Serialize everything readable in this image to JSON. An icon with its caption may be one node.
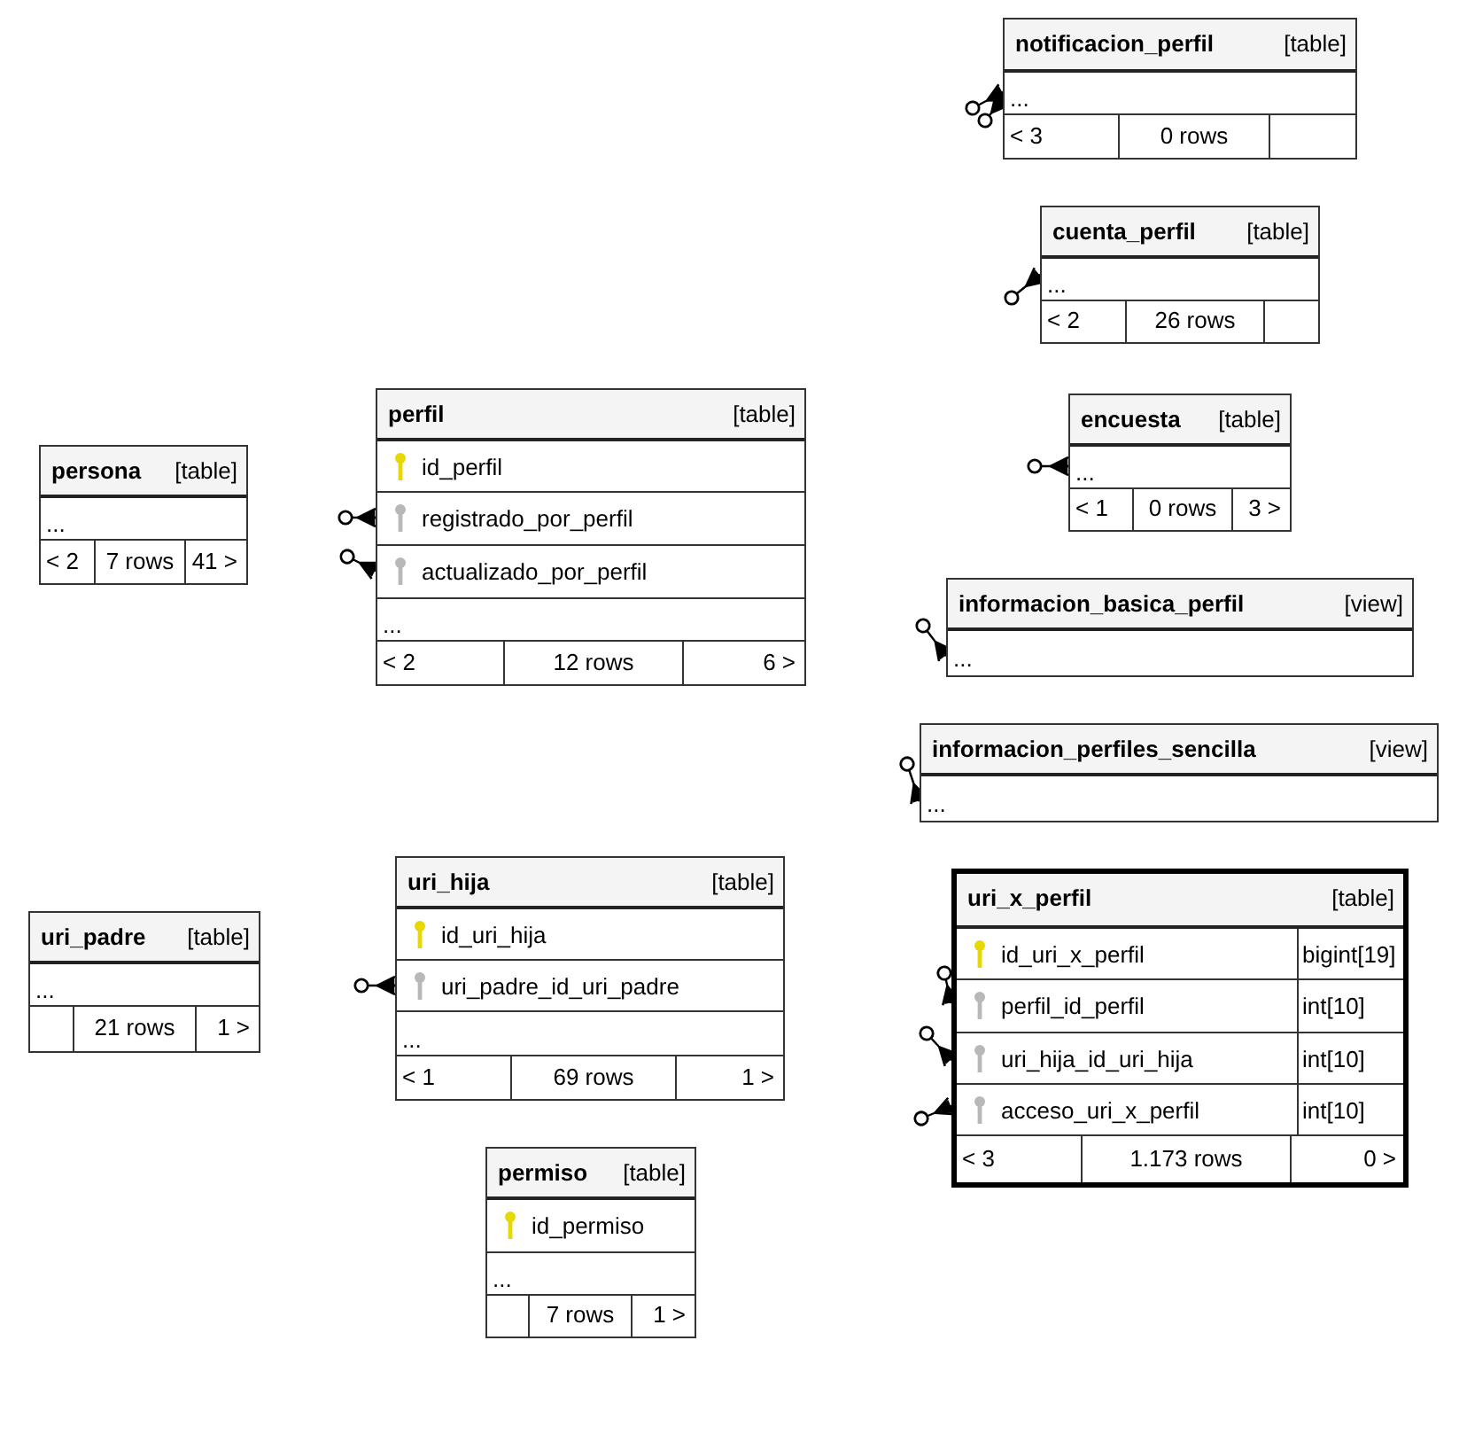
{
  "diagram": {
    "nodes": [
      {
        "text": [
          "notificacion_perfil",
          "[table]",
          "...",
          "< 3",
          "0 rows"
        ]
      },
      {
        "text": [
          "cuenta_perfil",
          "[table]",
          "...",
          "< 2",
          "26 rows"
        ]
      },
      {
        "text": [
          "perfil",
          "[table]",
          "id_perfil",
          "registrado_por_perfil",
          "actualizado_por_perfil",
          "...",
          "< 2",
          "12 rows",
          "6 >"
        ]
      },
      {
        "text": [
          "encuesta",
          "[table]",
          "...",
          "< 1",
          "0 rows",
          "3 >"
        ]
      },
      {
        "text": [
          "persona",
          "[table]",
          "...",
          "< 2",
          "7 rows",
          "41 >"
        ]
      },
      {
        "text": [
          "informacion_basica_perfil",
          "[view]",
          "..."
        ]
      },
      {
        "text": [
          "informacion_perfiles_sencilla",
          "[view]",
          "..."
        ]
      },
      {
        "text": [
          "uri_hija",
          "[table]",
          "id_uri_hija",
          "uri_padre_id_uri_padre",
          "...",
          "< 1",
          "69 rows",
          "1 >"
        ]
      },
      {
        "text": [
          "uri_x_perfil",
          "[table]",
          "id_uri_x_perfil",
          "bigint[19]",
          "perfil_id_perfil",
          "int[10]",
          "uri_hija_id_uri_hija",
          "int[10]",
          "acceso_uri_x_perfil",
          "int[10]",
          "< 3",
          "1.173 rows",
          "0 >"
        ]
      },
      {
        "text": [
          "uri_padre",
          "[table]",
          "...",
          "21 rows",
          "1 >"
        ]
      },
      {
        "text": [
          "permiso",
          "[table]",
          "id_permiso",
          "...",
          "7 rows",
          "1 >"
        ]
      }
    ],
    "edges": [
      {
        "from": null,
        "to": 0,
        "arrow": "other"
      },
      {
        "from": null,
        "to": 0,
        "arrow": "other"
      },
      {
        "from": null,
        "to": 1,
        "arrow": "other"
      },
      {
        "from": null,
        "to": 2,
        "arrow": "other"
      },
      {
        "from": null,
        "to": 2,
        "arrow": "other"
      },
      {
        "from": null,
        "to": 3,
        "arrow": "other"
      },
      {
        "from": null,
        "to": 5,
        "arrow": "other"
      },
      {
        "from": null,
        "to": 6,
        "arrow": "other"
      },
      {
        "from": null,
        "to": 7,
        "arrow": "other"
      },
      {
        "from": null,
        "to": 8,
        "arrow": "other"
      },
      {
        "from": null,
        "to": 8,
        "arrow": "other"
      },
      {
        "from": null,
        "to": 8,
        "arrow": "other"
      }
    ]
  }
}
